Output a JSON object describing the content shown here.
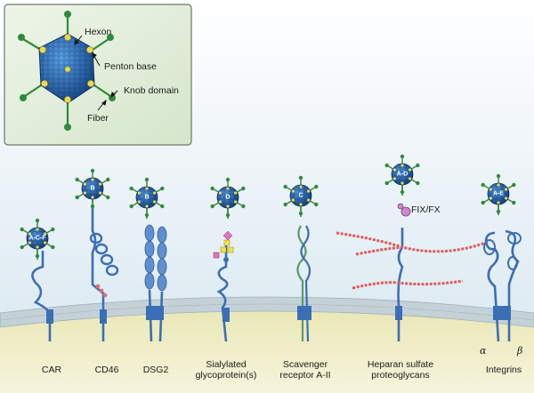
{
  "inset": {
    "labels": {
      "hexon": "Hexon",
      "penton_base": "Penton base",
      "knob_domain": "Knob domain",
      "fiber": "Fiber"
    }
  },
  "receptors": [
    {
      "id": "car",
      "label": "CAR",
      "virus": "A-C-F"
    },
    {
      "id": "cd46",
      "label": "CD46",
      "virus": "B"
    },
    {
      "id": "dsg2",
      "label": "DSG2",
      "virus": "B"
    },
    {
      "id": "sialylated",
      "label": "Sialylated\nglycoprotein(s)",
      "virus": "D"
    },
    {
      "id": "scavenger",
      "label": "Scavenger\nreceptor A-II",
      "virus": "C"
    },
    {
      "id": "heparan",
      "label": "Heparan sulfate\nproteoglycans",
      "virus": "A-D"
    },
    {
      "id": "integrins",
      "label": "Integrins",
      "virus": "A-E"
    }
  ],
  "annotations": {
    "fix_fx": "FIX/FX",
    "alpha": "α",
    "beta": "β"
  },
  "colors": {
    "membrane_top": "#bfcfd6",
    "cell_fill": "#e8e6b0",
    "virus_blue": "#1d5fa8",
    "fiber_green": "#2f8a3a",
    "protein_blue": "#3a6fb5",
    "bead_red": "#d9534f",
    "inset_bg": "#e2eedb"
  }
}
